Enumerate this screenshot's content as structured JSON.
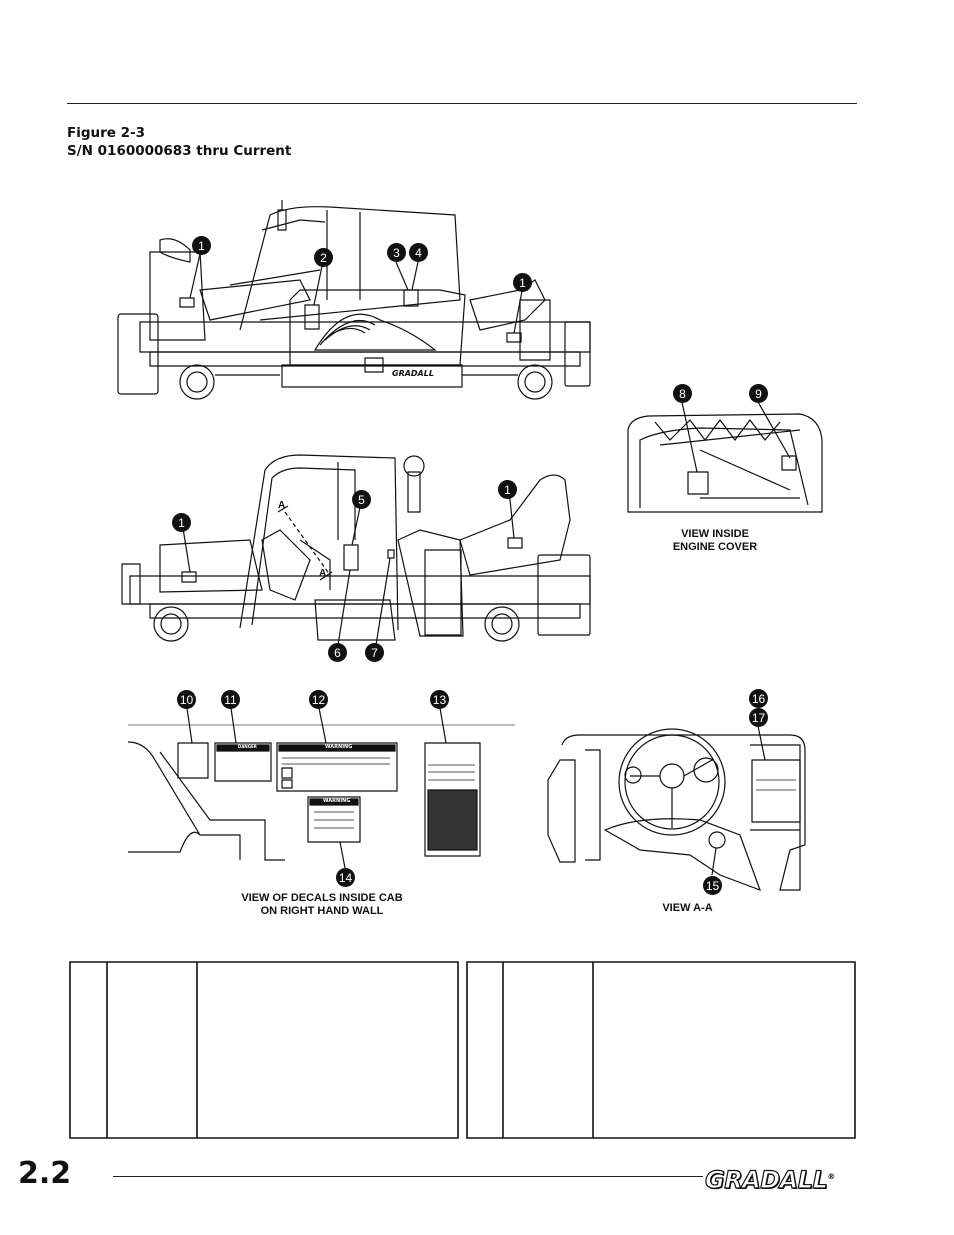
{
  "figure": {
    "title": "Figure 2-3",
    "serial": "S/N 0160000683 thru Current"
  },
  "callouts": [
    "1",
    "2",
    "3",
    "4",
    "1",
    "8",
    "9",
    "5",
    "1",
    "1",
    "A",
    "A",
    "6",
    "7",
    "10",
    "11",
    "12",
    "13",
    "14",
    "15",
    "16",
    "17"
  ],
  "captions": {
    "engine_cover": [
      "VIEW INSIDE",
      "ENGINE COVER"
    ],
    "cab_wall": [
      "VIEW OF DECALS INSIDE CAB",
      "ON RIGHT HAND WALL"
    ],
    "view_aa": "VIEW A-A"
  },
  "decal_labels": {
    "danger": "DANGER",
    "warning1": "WARNING",
    "warning2": "WARNING",
    "chassis_brand": "GRADALL"
  },
  "footer": {
    "page_number": "2.2",
    "logo": "GRADALL"
  }
}
